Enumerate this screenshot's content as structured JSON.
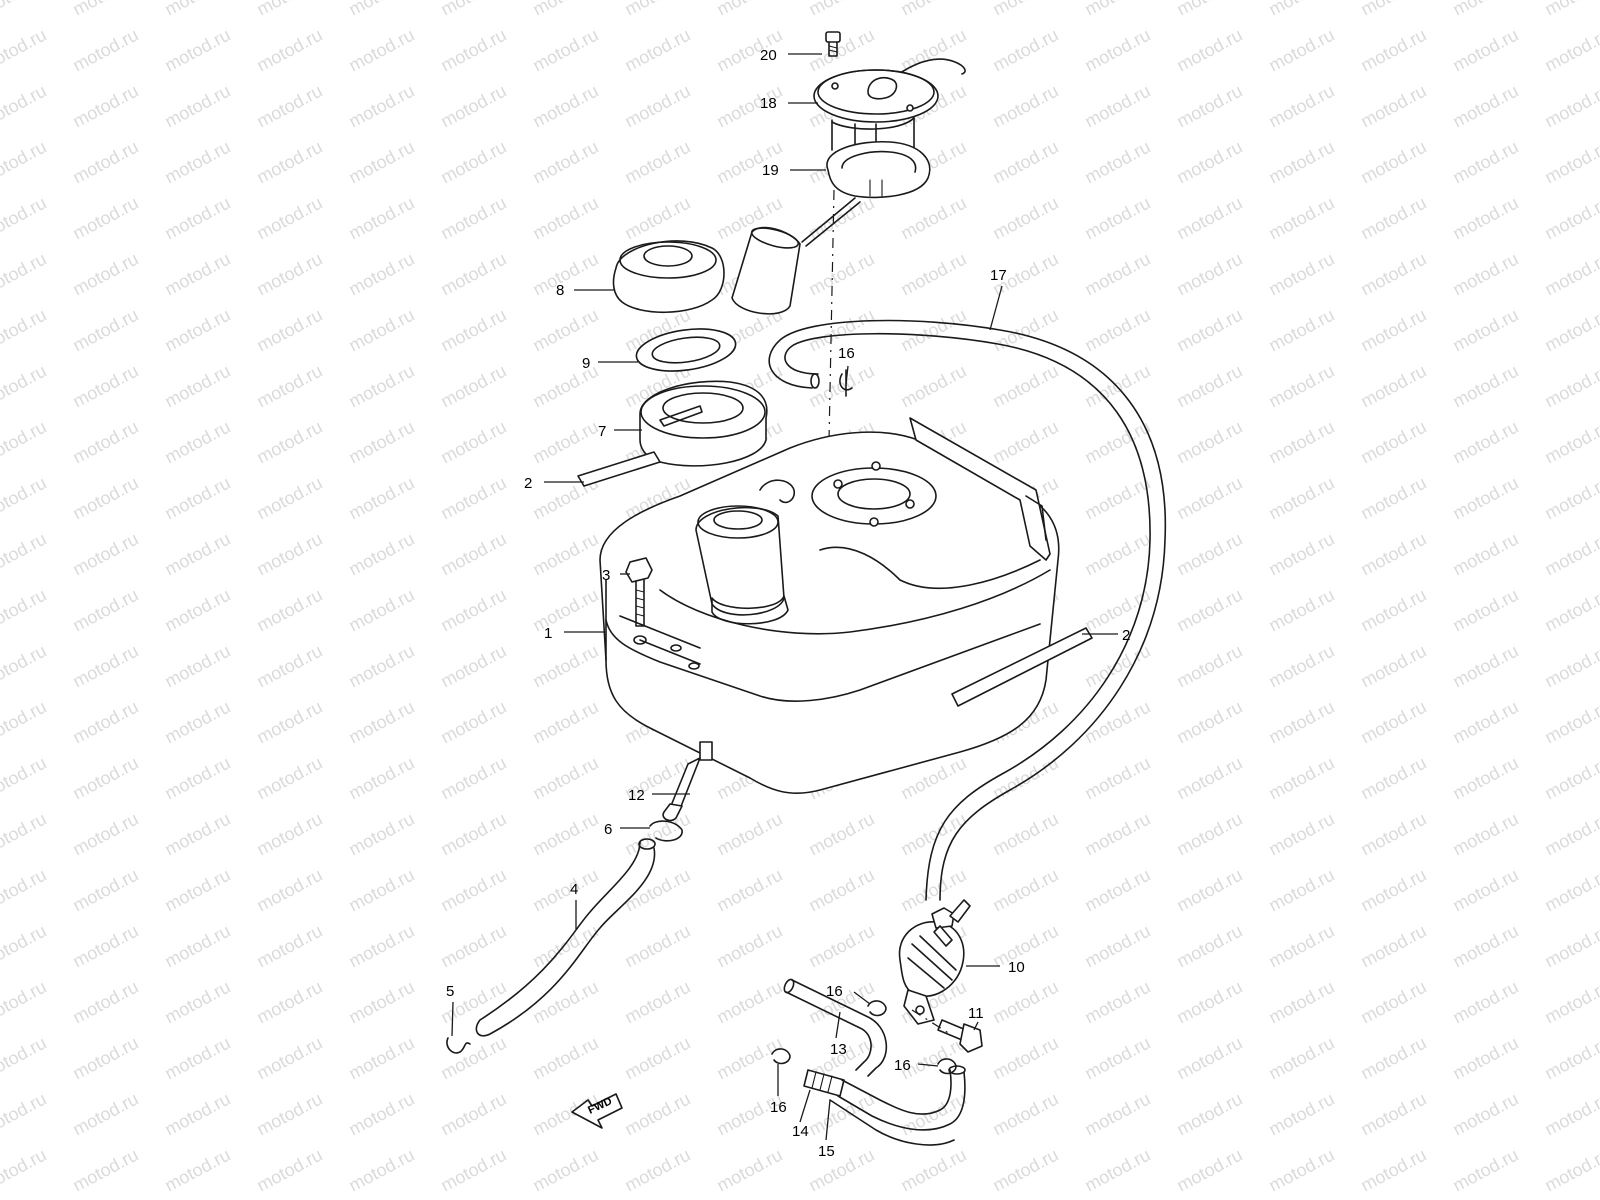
{
  "watermark": "motod.ru",
  "fwd_label": "FWD",
  "colors": {
    "line": "#1a1a1a",
    "watermark": "#bdbdbd",
    "background": "#ffffff"
  },
  "callouts": [
    {
      "id": "c20",
      "text": "20"
    },
    {
      "id": "c18",
      "text": "18"
    },
    {
      "id": "c19",
      "text": "19"
    },
    {
      "id": "c17",
      "text": "17"
    },
    {
      "id": "c8",
      "text": "8"
    },
    {
      "id": "c9",
      "text": "9"
    },
    {
      "id": "c16a",
      "text": "16"
    },
    {
      "id": "c7",
      "text": "7"
    },
    {
      "id": "c2a",
      "text": "2"
    },
    {
      "id": "c3",
      "text": "3"
    },
    {
      "id": "c1",
      "text": "1"
    },
    {
      "id": "c2b",
      "text": "2"
    },
    {
      "id": "c12",
      "text": "12"
    },
    {
      "id": "c6",
      "text": "6"
    },
    {
      "id": "c4",
      "text": "4"
    },
    {
      "id": "c10",
      "text": "10"
    },
    {
      "id": "c5",
      "text": "5"
    },
    {
      "id": "c16b",
      "text": "16"
    },
    {
      "id": "c11",
      "text": "11"
    },
    {
      "id": "c13",
      "text": "13"
    },
    {
      "id": "c16c",
      "text": "16"
    },
    {
      "id": "c16d",
      "text": "16"
    },
    {
      "id": "c14",
      "text": "14"
    },
    {
      "id": "c15",
      "text": "15"
    }
  ]
}
